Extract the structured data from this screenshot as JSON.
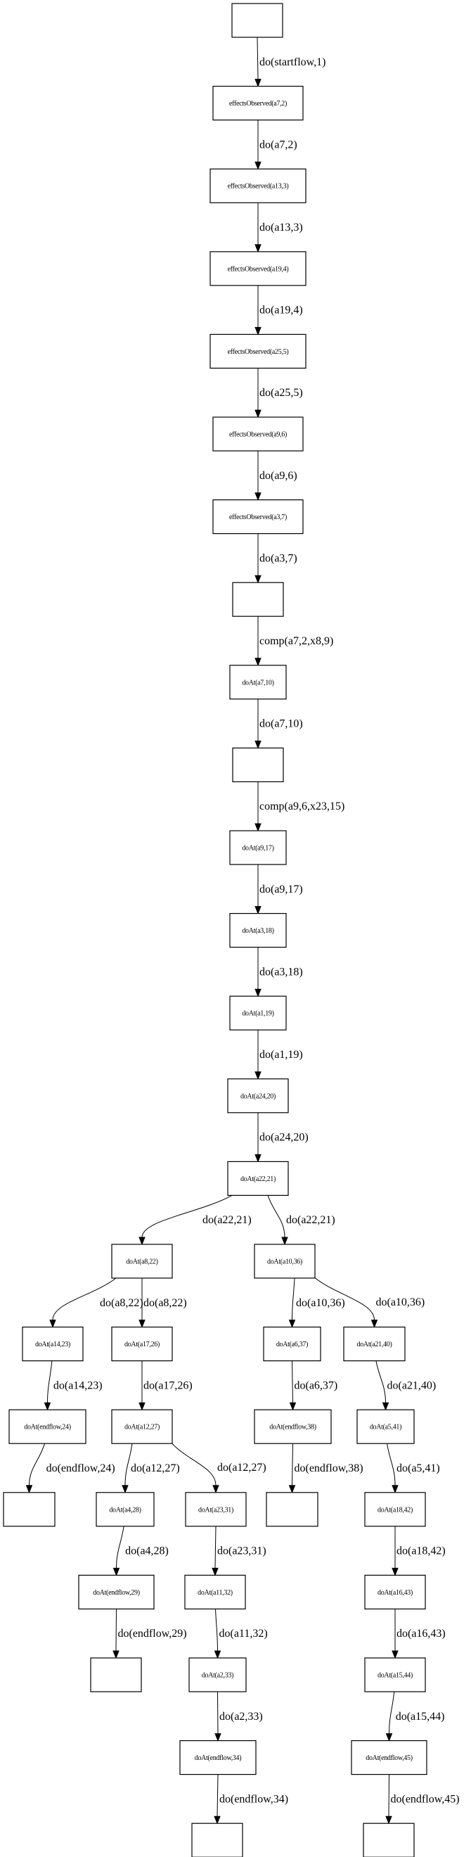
{
  "diagram": {
    "type": "directed-tree",
    "nodes": [
      {
        "id": "n0",
        "label": ""
      },
      {
        "id": "n1",
        "label": "effectsObserved(a7,2)"
      },
      {
        "id": "n2",
        "label": "effectsObserved(a13,3)"
      },
      {
        "id": "n3",
        "label": "effectsObserved(a19,4)"
      },
      {
        "id": "n4",
        "label": "effectsObserved(a25,5)"
      },
      {
        "id": "n5",
        "label": "effectsObserved(a9,6)"
      },
      {
        "id": "n6",
        "label": "effectsObserved(a3,7)"
      },
      {
        "id": "n7",
        "label": ""
      },
      {
        "id": "n8",
        "label": "doAt(a7,10)"
      },
      {
        "id": "n9",
        "label": ""
      },
      {
        "id": "n10",
        "label": "doAt(a9,17)"
      },
      {
        "id": "n11",
        "label": "doAt(a3,18)"
      },
      {
        "id": "n12",
        "label": "doAt(a1,19)"
      },
      {
        "id": "n13",
        "label": "doAt(a24,20)"
      },
      {
        "id": "n14",
        "label": "doAt(a22,21)"
      },
      {
        "id": "n15",
        "label": "doAt(a8,22)"
      },
      {
        "id": "n16",
        "label": "doAt(a10,36)"
      },
      {
        "id": "n17",
        "label": "doAt(a14,23)"
      },
      {
        "id": "n18",
        "label": "doAt(a17,26)"
      },
      {
        "id": "n19",
        "label": "doAt(a6,37)"
      },
      {
        "id": "n20",
        "label": "doAt(a21,40)"
      },
      {
        "id": "n21",
        "label": "doAt(endflow,24)"
      },
      {
        "id": "n22",
        "label": "doAt(a12,27)"
      },
      {
        "id": "n23",
        "label": "doAt(endflow,38)"
      },
      {
        "id": "n24",
        "label": "doAt(a5,41)"
      },
      {
        "id": "n25",
        "label": ""
      },
      {
        "id": "n26",
        "label": "doAt(a4,28)"
      },
      {
        "id": "n27",
        "label": "doAt(a23,31)"
      },
      {
        "id": "n28",
        "label": ""
      },
      {
        "id": "n29",
        "label": "doAt(a18,42)"
      },
      {
        "id": "n30",
        "label": "doAt(endflow,29)"
      },
      {
        "id": "n31",
        "label": "doAt(a11,32)"
      },
      {
        "id": "n32",
        "label": "doAt(a16,43)"
      },
      {
        "id": "n33",
        "label": ""
      },
      {
        "id": "n34",
        "label": "doAt(a2,33)"
      },
      {
        "id": "n35",
        "label": "doAt(a15,44)"
      },
      {
        "id": "n36",
        "label": "doAt(endflow,34)"
      },
      {
        "id": "n37",
        "label": "doAt(endflow,45)"
      },
      {
        "id": "n38",
        "label": ""
      },
      {
        "id": "n39",
        "label": ""
      }
    ],
    "edges": [
      {
        "from": "n0",
        "to": "n1",
        "label": "do(startflow,1)"
      },
      {
        "from": "n1",
        "to": "n2",
        "label": "do(a7,2)"
      },
      {
        "from": "n2",
        "to": "n3",
        "label": "do(a13,3)"
      },
      {
        "from": "n3",
        "to": "n4",
        "label": "do(a19,4)"
      },
      {
        "from": "n4",
        "to": "n5",
        "label": "do(a25,5)"
      },
      {
        "from": "n5",
        "to": "n6",
        "label": "do(a9,6)"
      },
      {
        "from": "n6",
        "to": "n7",
        "label": "do(a3,7)"
      },
      {
        "from": "n7",
        "to": "n8",
        "label": "comp(a7,2,x8,9)"
      },
      {
        "from": "n8",
        "to": "n9",
        "label": "do(a7,10)"
      },
      {
        "from": "n9",
        "to": "n10",
        "label": "comp(a9,6,x23,15)"
      },
      {
        "from": "n10",
        "to": "n11",
        "label": "do(a9,17)"
      },
      {
        "from": "n11",
        "to": "n12",
        "label": "do(a3,18)"
      },
      {
        "from": "n12",
        "to": "n13",
        "label": "do(a1,19)"
      },
      {
        "from": "n13",
        "to": "n14",
        "label": "do(a24,20)"
      },
      {
        "from": "n14",
        "to": "n15",
        "label": "do(a22,21)"
      },
      {
        "from": "n14",
        "to": "n16",
        "label": "do(a22,21)"
      },
      {
        "from": "n15",
        "to": "n17",
        "label": "do(a8,22)"
      },
      {
        "from": "n15",
        "to": "n18",
        "label": "do(a8,22)"
      },
      {
        "from": "n16",
        "to": "n19",
        "label": "do(a10,36)"
      },
      {
        "from": "n16",
        "to": "n20",
        "label": "do(a10,36)"
      },
      {
        "from": "n17",
        "to": "n21",
        "label": "do(a14,23)"
      },
      {
        "from": "n18",
        "to": "n22",
        "label": "do(a17,26)"
      },
      {
        "from": "n19",
        "to": "n23",
        "label": "do(a6,37)"
      },
      {
        "from": "n20",
        "to": "n24",
        "label": "do(a21,40)"
      },
      {
        "from": "n21",
        "to": "n25",
        "label": "do(endflow,24)"
      },
      {
        "from": "n22",
        "to": "n26",
        "label": "do(a12,27)"
      },
      {
        "from": "n22",
        "to": "n27",
        "label": "do(a12,27)"
      },
      {
        "from": "n23",
        "to": "n28",
        "label": "do(endflow,38)"
      },
      {
        "from": "n24",
        "to": "n29",
        "label": "do(a5,41)"
      },
      {
        "from": "n26",
        "to": "n30",
        "label": "do(a4,28)"
      },
      {
        "from": "n27",
        "to": "n31",
        "label": "do(a23,31)"
      },
      {
        "from": "n29",
        "to": "n32",
        "label": "do(a18,42)"
      },
      {
        "from": "n30",
        "to": "n33",
        "label": "do(endflow,29)"
      },
      {
        "from": "n31",
        "to": "n34",
        "label": "do(a11,32)"
      },
      {
        "from": "n32",
        "to": "n35",
        "label": "do(a16,43)"
      },
      {
        "from": "n34",
        "to": "n36",
        "label": "do(a2,33)"
      },
      {
        "from": "n35",
        "to": "n37",
        "label": "do(a15,44)"
      },
      {
        "from": "n36",
        "to": "n38",
        "label": "do(endflow,34)"
      },
      {
        "from": "n37",
        "to": "n39",
        "label": "do(endflow,45)"
      }
    ]
  }
}
